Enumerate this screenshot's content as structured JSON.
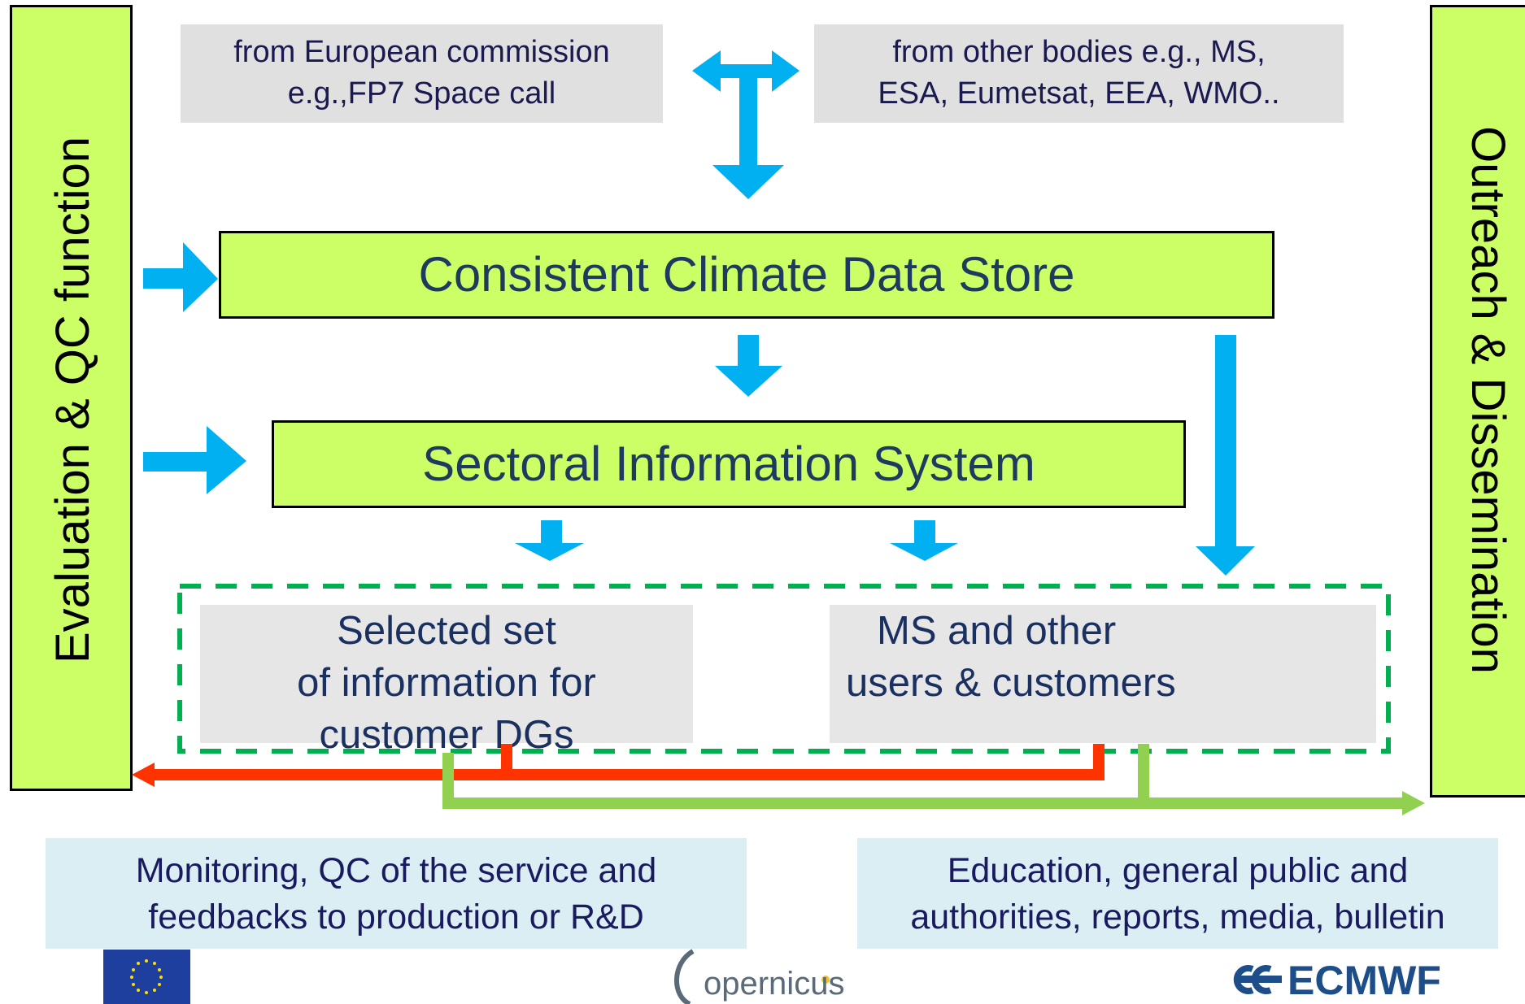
{
  "left_bar": {
    "label": "Evaluation  & QC function"
  },
  "right_bar": {
    "label": "Outreach & Dissemination"
  },
  "source_ec": {
    "lines": [
      "from European commission",
      "e.g.,FP7 Space call"
    ]
  },
  "source_other": {
    "lines": [
      "from other bodies e.g., MS,",
      "ESA, Eumetsat, EEA, WMO.."
    ]
  },
  "climate_store": {
    "label": "Consistent Climate Data Store"
  },
  "sectoral": {
    "label": "Sectoral Information System"
  },
  "selected_set": {
    "lines": [
      "Selected set",
      "of information for",
      "customer DGs"
    ]
  },
  "ms_users": {
    "lines": [
      "MS and other",
      "users & customers"
    ]
  },
  "monitoring": {
    "lines": [
      "Monitoring, QC of the service and",
      "feedbacks to production or R&D"
    ]
  },
  "education": {
    "lines": [
      "Education, general public and",
      "authorities, reports, media, bulletin"
    ]
  },
  "logos": {
    "eu": "EU flag",
    "copernicus": "opernicus",
    "ecmwf": "ECMWF"
  },
  "colors": {
    "box_green": "#ccff66",
    "arrow_blue": "#00b0f0",
    "feedback_red": "#ff3300",
    "outreach_green": "#92d050",
    "dashed_green": "#00b050"
  }
}
